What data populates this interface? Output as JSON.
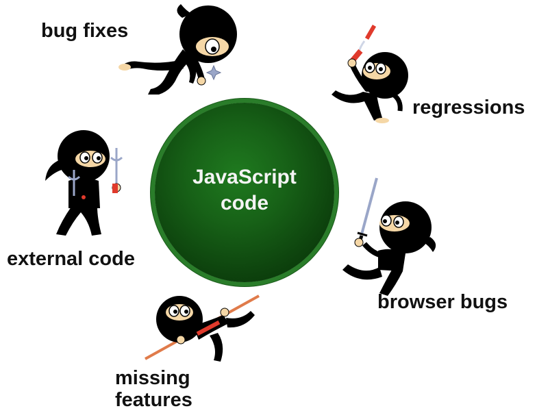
{
  "center": {
    "line1": "JavaScript",
    "line2": "code"
  },
  "labels": {
    "bug_fixes": "bug fixes",
    "regressions": "regressions",
    "external_code": "external code",
    "browser_bugs": "browser bugs",
    "missing_line1": "missing",
    "missing_line2": "features"
  },
  "colors": {
    "circle_green": "#176117",
    "ninja_black": "#000000",
    "skin": "#f5d7a6",
    "nunchaku_red": "#e03a2c",
    "staff_orange": "#e07b4a",
    "metal_gray": "#9aa6c8"
  },
  "icons": [
    "ninja-icon",
    "sai-icon",
    "katana-icon",
    "staff-icon",
    "nunchaku-icon",
    "shuriken-icon"
  ]
}
